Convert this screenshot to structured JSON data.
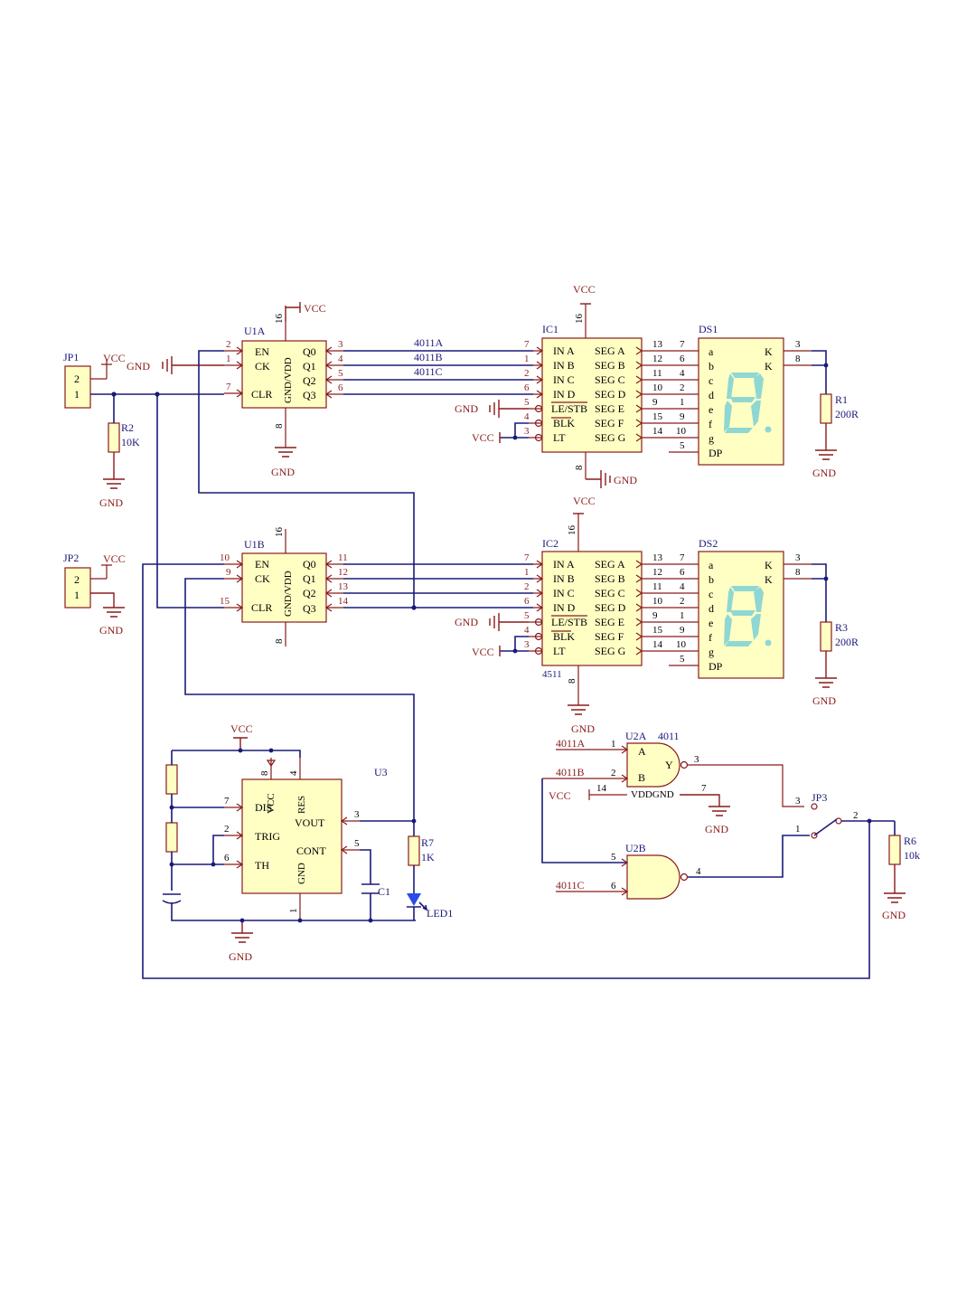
{
  "labels": {
    "vcc": "VCC",
    "gnd": "GND"
  },
  "jp1": {
    "ref": "JP1",
    "pin_top": "2",
    "pin_bottom": "1"
  },
  "jp2": {
    "ref": "JP2",
    "pin_top": "2",
    "pin_bottom": "1"
  },
  "jp3": {
    "ref": "JP3",
    "pin1": "1",
    "pin2": "2",
    "pin3": "3"
  },
  "r2": {
    "ref": "R2",
    "value": "10K"
  },
  "r1": {
    "ref": "R1",
    "value": "200R"
  },
  "r3": {
    "ref": "R3",
    "value": "200R"
  },
  "r6": {
    "ref": "R6",
    "value": "10k"
  },
  "r7": {
    "ref": "R7",
    "value": "1K"
  },
  "c1": {
    "ref": "C1"
  },
  "led1": {
    "ref": "LED1"
  },
  "u1a": {
    "ref": "U1A",
    "pins_left": [
      "EN",
      "CK",
      "CLR"
    ],
    "pins_right": [
      "Q0",
      "Q1",
      "Q2",
      "Q3"
    ],
    "power_label": "GND/VDD",
    "nums_left": [
      "2",
      "1",
      "7"
    ],
    "nums_right": [
      "3",
      "4",
      "5",
      "6"
    ],
    "vdd_pin": "16",
    "gnd_pin": "8"
  },
  "u1b": {
    "ref": "U1B",
    "pins_left": [
      "EN",
      "CK",
      "CLR"
    ],
    "pins_right": [
      "Q0",
      "Q1",
      "Q2",
      "Q3"
    ],
    "power_label": "GND/VDD",
    "nums_left": [
      "10",
      "9",
      "15"
    ],
    "nums_right": [
      "11",
      "12",
      "13",
      "14"
    ],
    "vdd_pin": "16",
    "gnd_pin": "8"
  },
  "nets": [
    "4011A",
    "4011B",
    "4011C"
  ],
  "ic1": {
    "ref": "IC1",
    "pins_left": [
      "IN A",
      "IN B",
      "IN C",
      "IN D",
      "LE/STB",
      "BLK",
      "LT"
    ],
    "pins_right": [
      "SEG A",
      "SEG B",
      "SEG C",
      "SEG D",
      "SEG E",
      "SEG F",
      "SEG G"
    ],
    "nums_left": [
      "7",
      "1",
      "2",
      "6",
      "5",
      "4",
      "3"
    ],
    "nums_right": [
      "13",
      "12",
      "11",
      "10",
      "9",
      "15",
      "14"
    ],
    "vdd_pin": "16",
    "gnd_pin": "8"
  },
  "ic2": {
    "ref": "IC2",
    "part": "4511",
    "pins_left": [
      "IN A",
      "IN B",
      "IN C",
      "IN D",
      "LE/STB",
      "BLK",
      "LT"
    ],
    "pins_right": [
      "SEG A",
      "SEG B",
      "SEG C",
      "SEG D",
      "SEG E",
      "SEG F",
      "SEG G"
    ],
    "nums_left": [
      "7",
      "1",
      "2",
      "6",
      "5",
      "4",
      "3"
    ],
    "nums_right": [
      "13",
      "12",
      "11",
      "10",
      "9",
      "15",
      "14"
    ],
    "vdd_pin": "16",
    "gnd_pin": "8"
  },
  "ds1": {
    "ref": "DS1",
    "seg_pins": [
      "a",
      "b",
      "c",
      "d",
      "e",
      "f",
      "g",
      "DP"
    ],
    "seg_nums": [
      "7",
      "6",
      "4",
      "2",
      "1",
      "9",
      "10",
      "5"
    ],
    "k_pins": [
      "K",
      "K"
    ],
    "k_nums": [
      "3",
      "8"
    ]
  },
  "ds2": {
    "ref": "DS2",
    "seg_pins": [
      "a",
      "b",
      "c",
      "d",
      "e",
      "f",
      "g",
      "DP"
    ],
    "seg_nums": [
      "7",
      "6",
      "4",
      "2",
      "1",
      "9",
      "10",
      "5"
    ],
    "k_pins": [
      "K",
      "K"
    ],
    "k_nums": [
      "3",
      "8"
    ]
  },
  "u2a": {
    "ref": "U2A",
    "part": "4011",
    "in_a": "A",
    "in_b": "B",
    "out": "Y",
    "pin_a": "1",
    "pin_b": "2",
    "pin_y": "3",
    "power_label": "VDDGND",
    "vdd_pin": "14",
    "gnd_pin": "7"
  },
  "u2b": {
    "ref": "U2B",
    "pin_a": "5",
    "pin_b": "6",
    "pin_y": "4"
  },
  "u3": {
    "ref": "U3",
    "pins_left": [
      "DIS",
      "TRIG",
      "TH"
    ],
    "pins_top": [
      "VCC",
      "RES"
    ],
    "pins_right": [
      "VOUT",
      "CONT"
    ],
    "pin_bottom": "GND",
    "nums_left": [
      "7",
      "2",
      "6"
    ],
    "nums_top": [
      "8",
      "4"
    ],
    "nums_right": [
      "3",
      "5"
    ],
    "num_bottom": "1"
  }
}
